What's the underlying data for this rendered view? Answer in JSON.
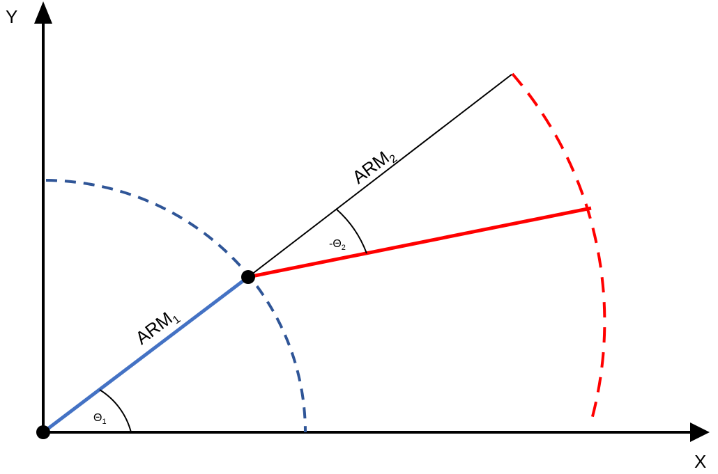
{
  "axes": {
    "x_label": "X",
    "y_label": "Y"
  },
  "arms": {
    "arm1_label": "ARM",
    "arm1_sub": "1",
    "arm2_label": "ARM",
    "arm2_sub": "2"
  },
  "angles": {
    "theta1_symbol": "Θ",
    "theta1_sub": "1",
    "theta2_symbol": "-Θ",
    "theta2_sub": "2"
  },
  "colors": {
    "arm1": "#4472c4",
    "arm1_arc": "#2f5597",
    "arm2_rotated": "#ff0000",
    "arm2_arc": "#ff0000",
    "arm2_reference": "#000000",
    "axes": "#000000"
  }
}
